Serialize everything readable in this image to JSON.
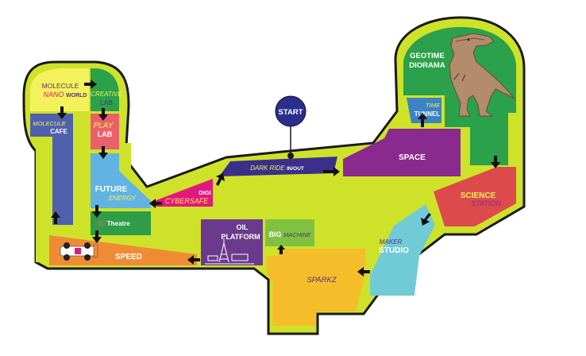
{
  "colors": {
    "floor": "#cfe22a",
    "outline": "#1a1a1a",
    "start": "#2b2e8f",
    "path_arrow": "#111111"
  },
  "start": {
    "label": "START"
  },
  "zones": {
    "molecule_nano_world": {
      "line1": "MOLECULE",
      "line2a": "NANO",
      "line2b": "WORLD",
      "color": "#f4f25a"
    },
    "creative_lab": {
      "line1": "CREATIVE",
      "line2": "LAB",
      "color": "#2aa14a"
    },
    "play_lab": {
      "line1": "PLAY",
      "line2": "LAB",
      "color": "#e9606b"
    },
    "molecule_cafe": {
      "line1": "MOLECULE",
      "line2": "CAFE",
      "color": "#4f60ad"
    },
    "future_energy": {
      "line1": "FUTURE",
      "line2": "ENERGY",
      "color": "#62b3e1"
    },
    "theatre_3d": {
      "prefix": "3D",
      "label": "Theatre",
      "color": "#2f9c48"
    },
    "digi_cybersafe": {
      "line1": "DIGI",
      "line2": "CYBERSAFE",
      "color": "#e3187c"
    },
    "dark_ride": {
      "line1": "DARK RIDE",
      "line2": "IN/OUT",
      "color": "#3b2f8c"
    },
    "space": {
      "label": "SPACE",
      "color": "#8a2a8e"
    },
    "time_tunnel": {
      "line1": "TIME",
      "line2": "TUNNEL",
      "color": "#3c83c4"
    },
    "geotime_diorama": {
      "line1": "GEOTIME",
      "line2": "DIORAMA",
      "color": "#2aa14a"
    },
    "science_station": {
      "line1": "SCIENCE",
      "line2": "STATION",
      "color": "#dd4a4c"
    },
    "maker_studio": {
      "line1": "MAKER",
      "line2": "STUDIO",
      "color": "#71cbd6"
    },
    "sparkz": {
      "label": "SPARKZ",
      "color": "#f5bd2a"
    },
    "big_machine": {
      "line1": "BIG",
      "line2": "MACHINE",
      "color": "#7fc241"
    },
    "oil_platform": {
      "line1": "OIL",
      "line2": "PLATFORM",
      "color": "#6b3a8c"
    },
    "speed": {
      "label": "SPEED",
      "color": "#f08b35"
    }
  },
  "icons": {
    "dinosaur": "t-rex-icon",
    "race_car": "race-car-icon",
    "oil_rig": "oil-rig-icon"
  }
}
